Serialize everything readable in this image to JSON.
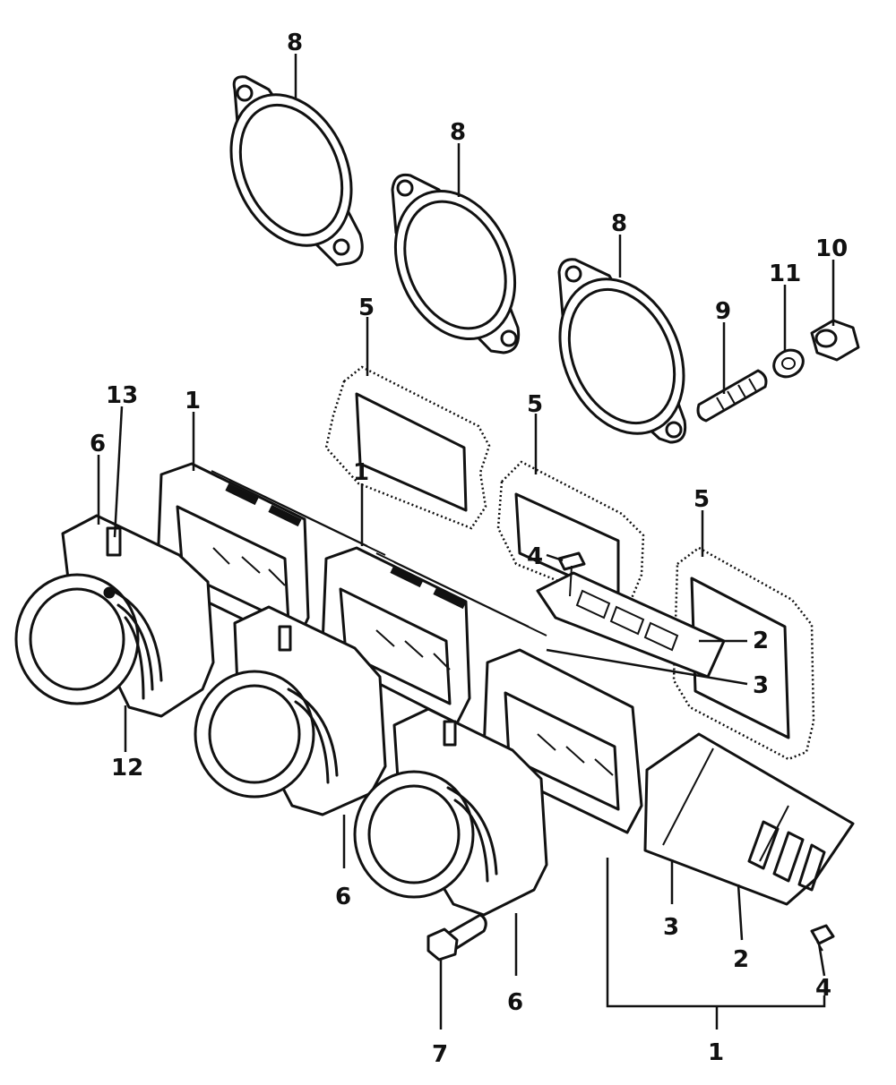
{
  "diagram": {
    "callouts": {
      "c8a": "8",
      "c8b": "8",
      "c8c": "8",
      "c5a": "5",
      "c5b": "5",
      "c5c": "5",
      "c9": "9",
      "c11": "11",
      "c10": "10",
      "c13": "13",
      "c1a": "1",
      "c1b": "1",
      "c6a": "6",
      "c4a": "4",
      "c2a": "2",
      "c3a": "3",
      "c12": "12",
      "c6b": "6",
      "c3b": "3",
      "c2b": "2",
      "c4b": "4",
      "c6c": "6",
      "c7": "7",
      "c1c": "1"
    }
  }
}
